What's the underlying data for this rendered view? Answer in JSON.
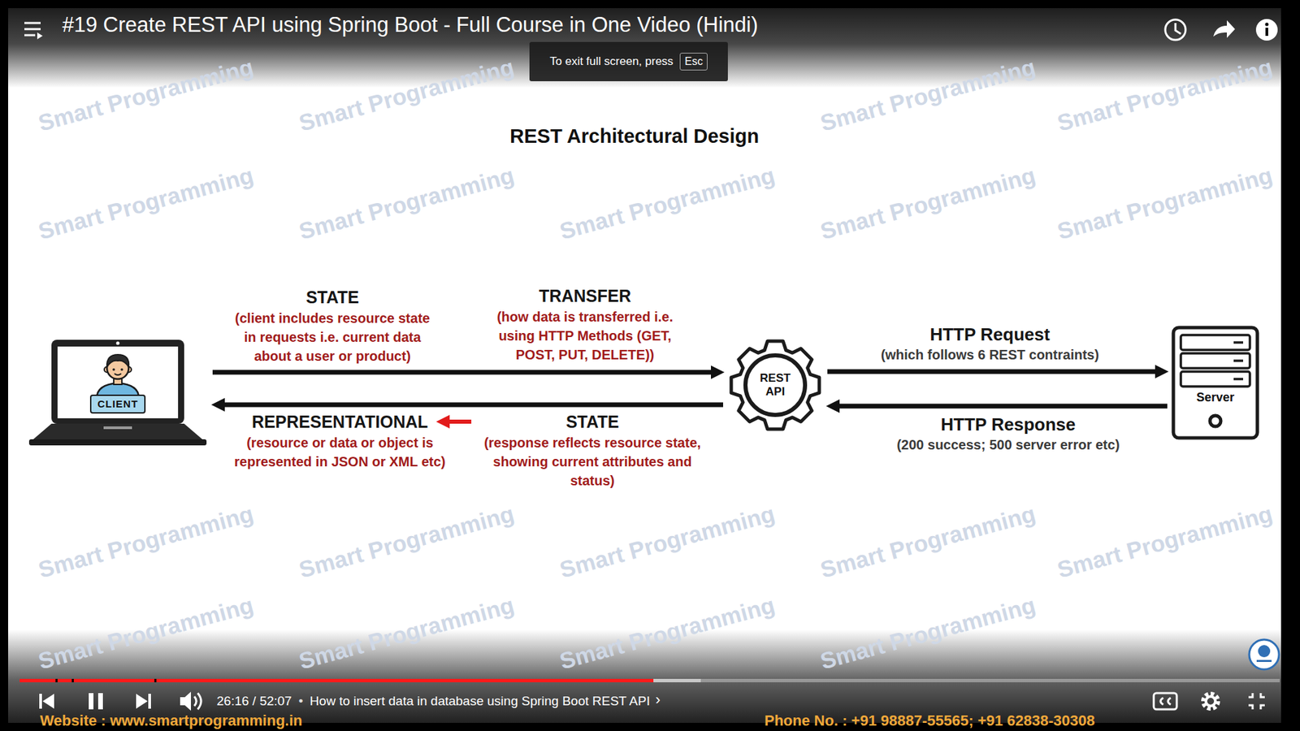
{
  "diagram": {
    "title": "REST Architectural Design",
    "nodes": [
      {
        "text": [
          "CLIENT"
        ]
      },
      {
        "text": [
          "REST API"
        ]
      },
      {
        "text": [
          "Server"
        ]
      }
    ],
    "edges": [
      {
        "from": 0,
        "to": 1,
        "arrow": "to"
      },
      {
        "from": 1,
        "to": 0,
        "arrow": "to"
      },
      {
        "from": 1,
        "to": 2,
        "label": "HTTP Request",
        "arrow": "to"
      },
      {
        "from": 2,
        "to": 1,
        "label": "HTTP Response",
        "arrow": "to"
      }
    ],
    "labels": [
      "#19 Create REST API using Spring Boot - Full Course in One Video (Hindi)",
      "To exit full screen, press",
      "Esc",
      "STATE",
      "(client includes resource state in requests i.e. current data about a user or product)",
      "TRANSFER",
      "(how data is transferred i.e. using HTTP Methods (GET, POST, PUT, DELETE))",
      "REPRESENTATIONAL",
      "(resource or data or object is represented in JSON or XML etc)",
      "STATE",
      "(response reflects resource state, showing current attributes and status)",
      "(which follows 6 REST contraints)",
      "(200 success; 500 server error etc)",
      "26:16 / 52:07",
      "•",
      "How to insert data in database using Spring Boot REST API",
      "›",
      "Website : www.smartprogramming.in",
      "Phone No. : +91 98887-55565; +91 62838-30308",
      "Smart Programming",
      "Smart Programming",
      "Smart Programming",
      "Smart Programming",
      "Smart Programming",
      "Smart Programming",
      "Smart Programming",
      "Smart Programming",
      "Smart Programming",
      "Smart Programming",
      "Smart Programming",
      "Smart Programming",
      "Smart Programming",
      "Smart Programming",
      "Smart Programming",
      "Smart Programming",
      "Smart Programming",
      "Smart Programming"
    ]
  }
}
